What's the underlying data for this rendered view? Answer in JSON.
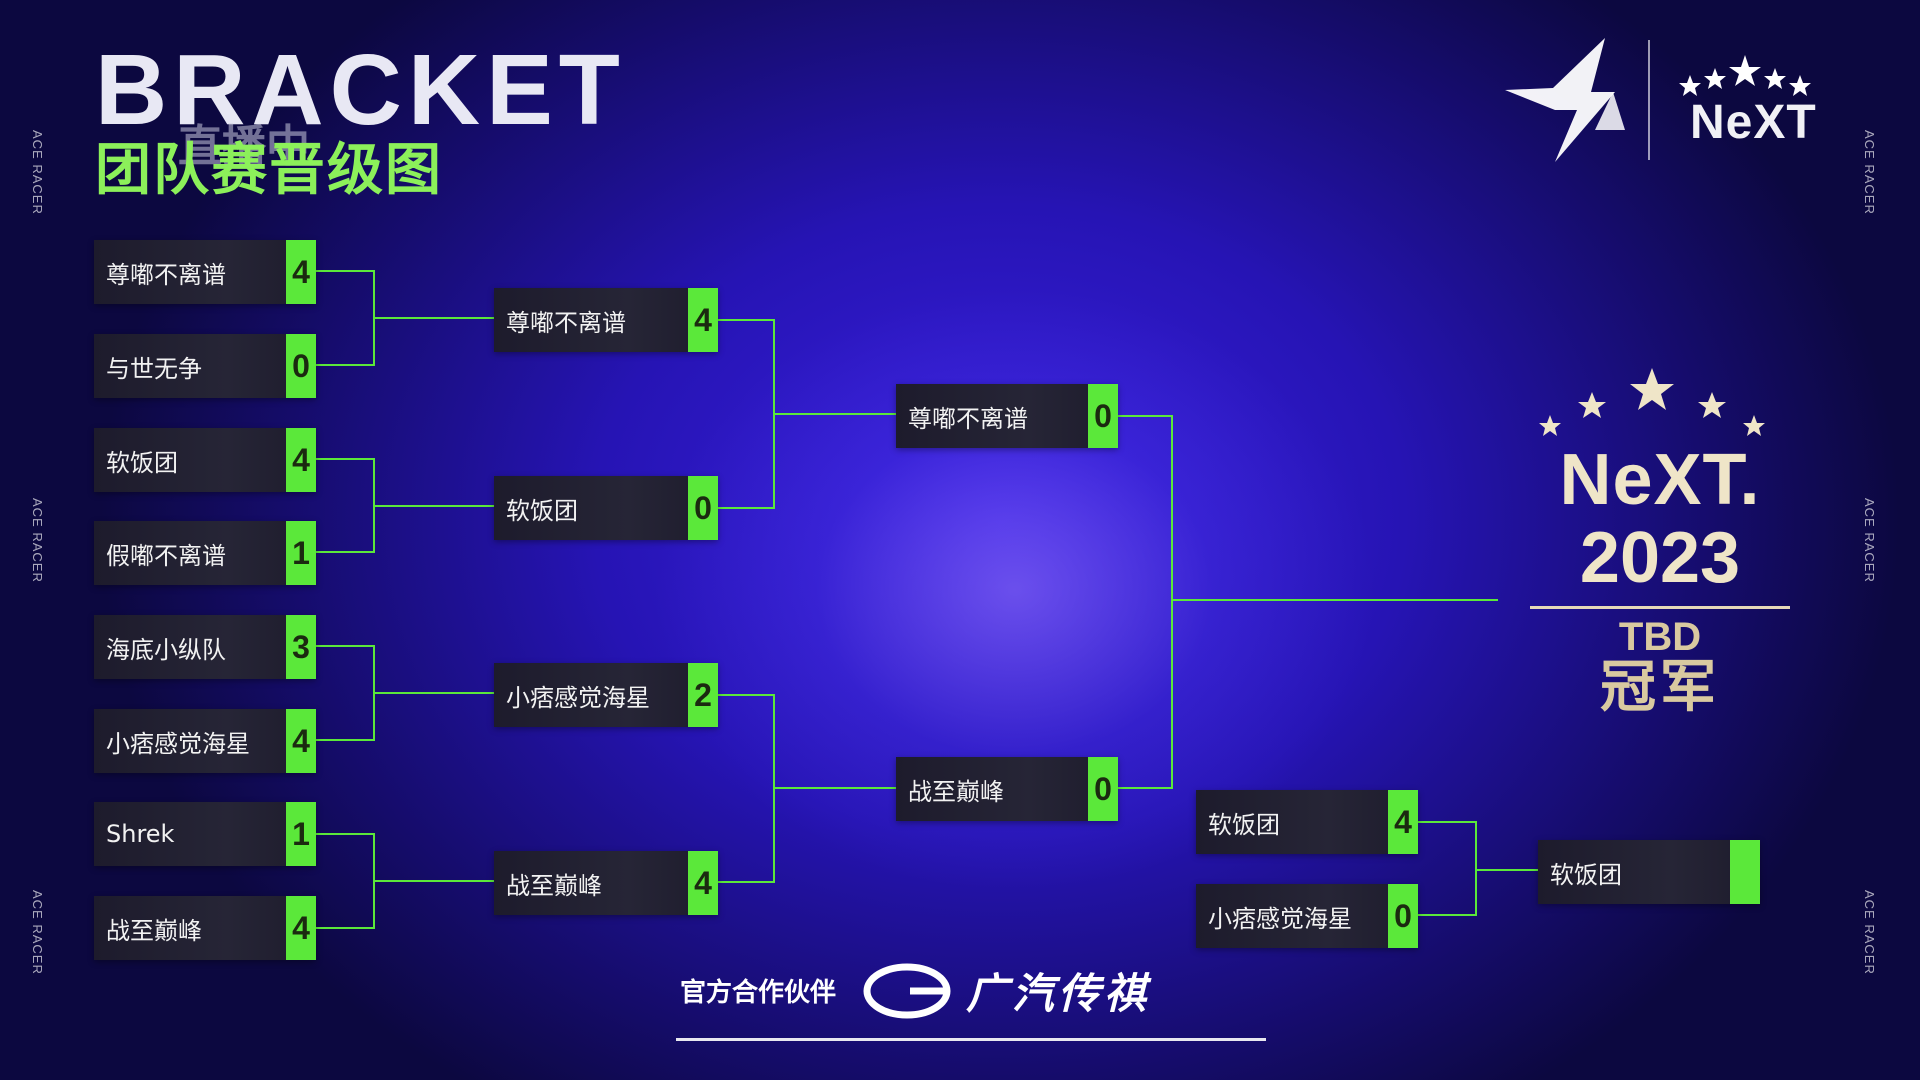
{
  "header": {
    "title_en": "BRACKET",
    "title_cn": "团队赛晋级图",
    "live_overlay": "直播中"
  },
  "side_tag": "ACE RACER",
  "logo": {
    "next_text": "NeXT"
  },
  "round1": [
    {
      "name": "尊嘟不离谱",
      "score": "4"
    },
    {
      "name": "与世无争",
      "score": "0"
    },
    {
      "name": "软饭团",
      "score": "4"
    },
    {
      "name": "假嘟不离谱",
      "score": "1"
    },
    {
      "name": "海底小纵队",
      "score": "3"
    },
    {
      "name": "小痞感觉海星",
      "score": "4"
    },
    {
      "name": "Shrek",
      "score": "1"
    },
    {
      "name": "战至巅峰",
      "score": "4"
    }
  ],
  "round2": [
    {
      "name": "尊嘟不离谱",
      "score": "4"
    },
    {
      "name": "软饭团",
      "score": "0"
    },
    {
      "name": "小痞感觉海星",
      "score": "2"
    },
    {
      "name": "战至巅峰",
      "score": "4"
    }
  ],
  "semifinal": [
    {
      "name": "尊嘟不离谱",
      "score": "0"
    },
    {
      "name": "战至巅峰",
      "score": "0"
    }
  ],
  "third_place": [
    {
      "name": "软饭团",
      "score": "4"
    },
    {
      "name": "小痞感觉海星",
      "score": "0"
    }
  ],
  "third_place_result": {
    "name": "软饭团",
    "score": ""
  },
  "champion": {
    "event": "NeXT.",
    "year": "2023",
    "tbd": "TBD",
    "label": "冠军"
  },
  "partner": {
    "label": "官方合作伙伴",
    "brand": "广汽传祺"
  },
  "colors": {
    "accent_green": "#5be83a",
    "title_green": "#8cf05a",
    "gold": "#e6d9b8"
  }
}
